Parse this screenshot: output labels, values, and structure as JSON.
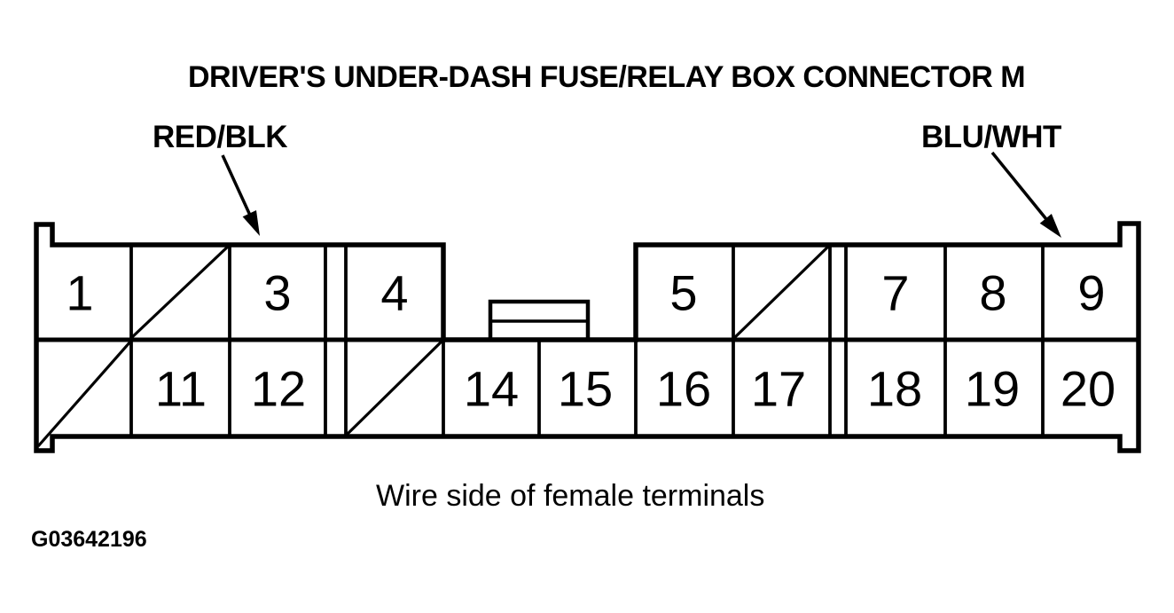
{
  "title": "DRIVER'S UNDER-DASH FUSE/RELAY BOX CONNECTOR M",
  "annotations": {
    "left_wire": "RED/BLK",
    "right_wire": "BLU/WHT"
  },
  "caption": "Wire side of female terminals",
  "figure_id": "G03642196",
  "colors": {
    "ink": "#000000",
    "paper": "#ffffff"
  },
  "connector": {
    "total_positions": 20,
    "unused_positions": [
      2,
      6,
      10,
      13
    ],
    "terminals_top": [
      "1",
      null,
      "3",
      "4",
      "5",
      null,
      "7",
      "8",
      "9"
    ],
    "terminals_bottom": [
      null,
      "11",
      "12",
      null,
      "14",
      "15",
      "16",
      "17",
      "18",
      "19",
      "20"
    ]
  }
}
